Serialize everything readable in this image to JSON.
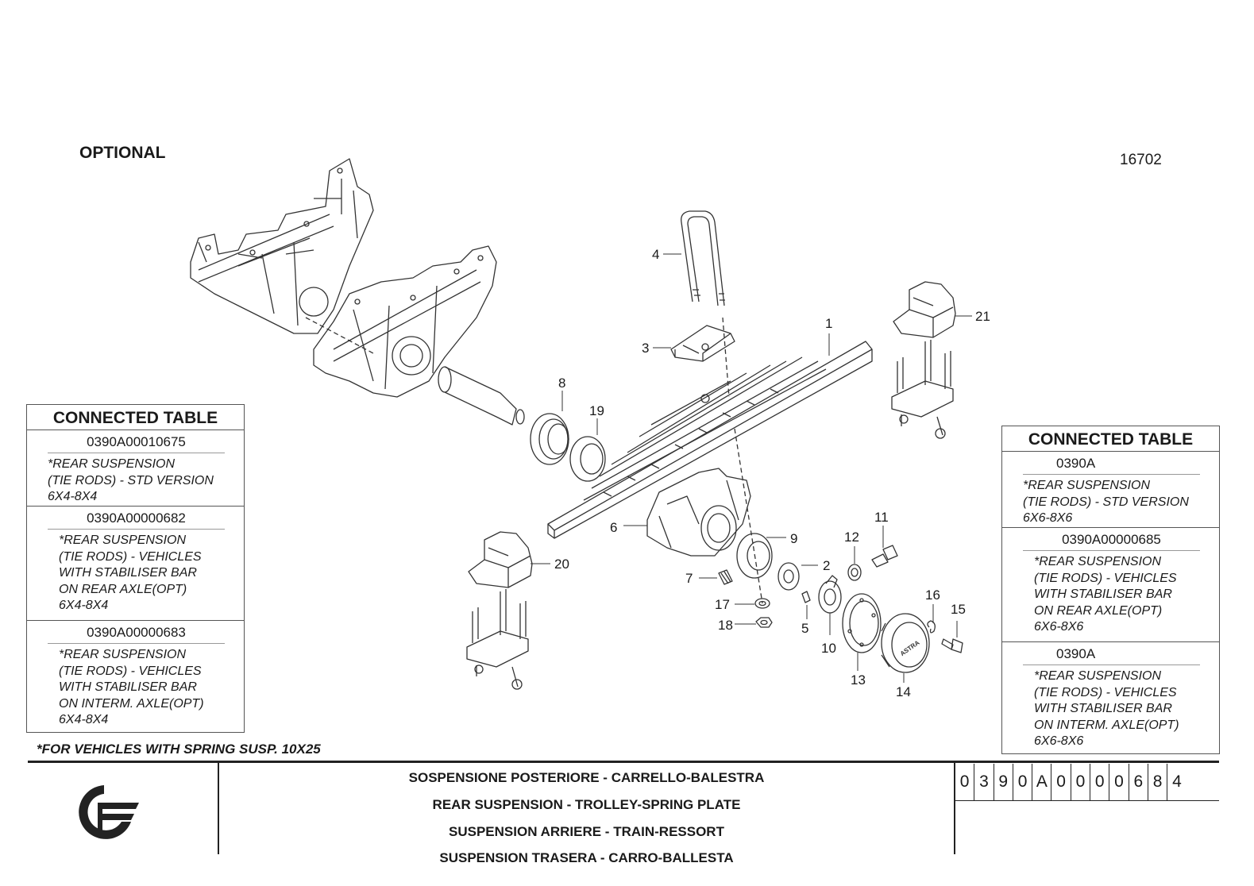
{
  "header": {
    "optional_label": "OPTIONAL",
    "figure_number": "16702"
  },
  "callouts": [
    "1",
    "2",
    "3",
    "4",
    "5",
    "6",
    "7",
    "8",
    "9",
    "10",
    "11",
    "12",
    "13",
    "14",
    "15",
    "16",
    "17",
    "18",
    "19",
    "20",
    "21"
  ],
  "left_table": {
    "heading": "CONNECTED TABLE",
    "entries": [
      {
        "code": "0390A00010675",
        "desc": "*REAR SUSPENSION\n(TIE RODS) - STD VERSION\n6X4-8X4"
      },
      {
        "code": "0390A00000682",
        "desc": "*REAR SUSPENSION\n(TIE RODS) - VEHICLES\nWITH STABILISER BAR\nON REAR AXLE(OPT)\n6X4-8X4"
      },
      {
        "code": "0390A00000683",
        "desc": "*REAR SUSPENSION\n(TIE RODS) - VEHICLES\nWITH STABILISER BAR\nON INTERM. AXLE(OPT)\n6X4-8X4"
      }
    ]
  },
  "right_table": {
    "heading": "CONNECTED TABLE",
    "entries": [
      {
        "code": "0390A",
        "desc": "*REAR SUSPENSION\n(TIE RODS) - STD VERSION\n6X6-8X6"
      },
      {
        "code": "0390A00000685",
        "desc": "*REAR SUSPENSION\n(TIE RODS) - VEHICLES\nWITH STABILISER BAR\nON REAR AXLE(OPT)\n6X6-8X6"
      },
      {
        "code": "0390A",
        "desc": "*REAR SUSPENSION\n(TIE RODS) - VEHICLES\nWITH STABILISER BAR\nON INTERM. AXLE(OPT)\n6X6-8X6"
      }
    ]
  },
  "footnote": "*FOR VEHICLES WITH SPRING SUSP. 10X25",
  "title_block": {
    "titles": [
      "SOSPENSIONE POSTERIORE - CARRELLO-BALESTRA",
      "REAR SUSPENSION - TROLLEY-SPRING PLATE",
      "SUSPENSION ARRIERE - TRAIN-RESSORT",
      "SUSPENSION TRASERA - CARRO-BALLESTA"
    ],
    "document_number": [
      "0",
      "3",
      "9",
      "0",
      "A",
      "0",
      "0",
      "0",
      "0",
      "6",
      "8",
      "4"
    ]
  },
  "cover_logo_text": "ASTRA"
}
